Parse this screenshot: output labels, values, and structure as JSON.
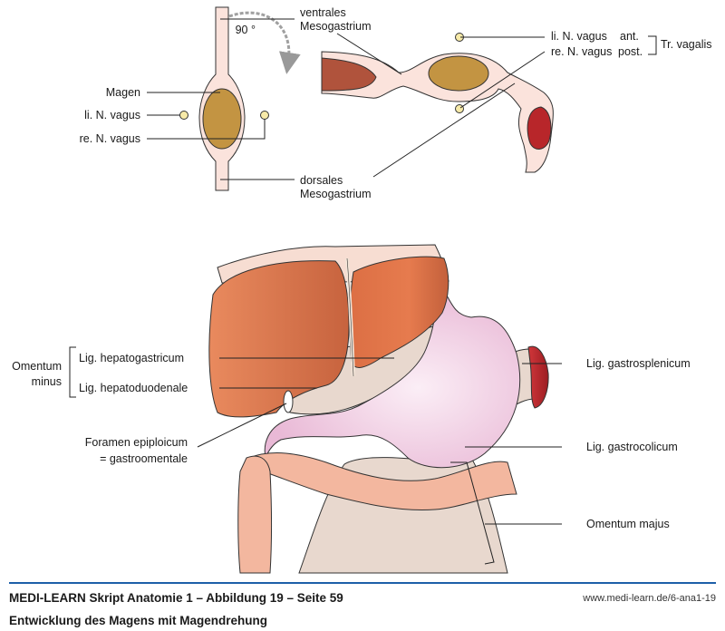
{
  "diagram": {
    "top_left": {
      "rotation_label": "90 °",
      "labels": {
        "ventral_1": "ventrales",
        "ventral_2": "Mesogastrium",
        "magen": "Magen",
        "li_vagus": "li. N. vagus",
        "re_vagus": "re. N. vagus",
        "dorsal_1": "dorsales",
        "dorsal_2": "Mesogastrium"
      }
    },
    "top_right": {
      "labels": {
        "li_vagus": "li. N. vagus",
        "re_vagus": "re. N. vagus",
        "ant": "ant.",
        "post": "post.",
        "tr_vagalis": "Tr. vagalis"
      }
    },
    "bottom": {
      "labels": {
        "omentum_minus_1": "Omentum",
        "omentum_minus_2": "minus",
        "lig_hepatogastricum": "Lig. hepatogastricum",
        "lig_hepatoduodenale": "Lig. hepatoduodenale",
        "foramen_1": "Foramen epiploicum",
        "foramen_2": "= gastroomentale",
        "lig_gastrosplenicum": "Lig. gastrosplenicum",
        "lig_gastrocolicum": "Lig. gastrocolicum",
        "omentum_majus": "Omentum majus"
      }
    },
    "colors": {
      "mesentery": "#fbe3dc",
      "stomach_embryo": "#c39442",
      "liver_embryo": "#b0533c",
      "spleen": "#b8262a",
      "nerve": "#f7eaa8",
      "liver": "#e07a4f",
      "stomach": "#f2d3e6",
      "colon": "#f3b79f",
      "omentum": "#e8d8ce",
      "accent_rule": "#1d5fa8"
    }
  },
  "footer": {
    "line1": "MEDI-LEARN Skript Anatomie 1 – Abbildung 19 – Seite 59",
    "url": "www.medi-learn.de/6-ana1-19",
    "line2": "Entwicklung des Magens mit Magendrehung"
  }
}
